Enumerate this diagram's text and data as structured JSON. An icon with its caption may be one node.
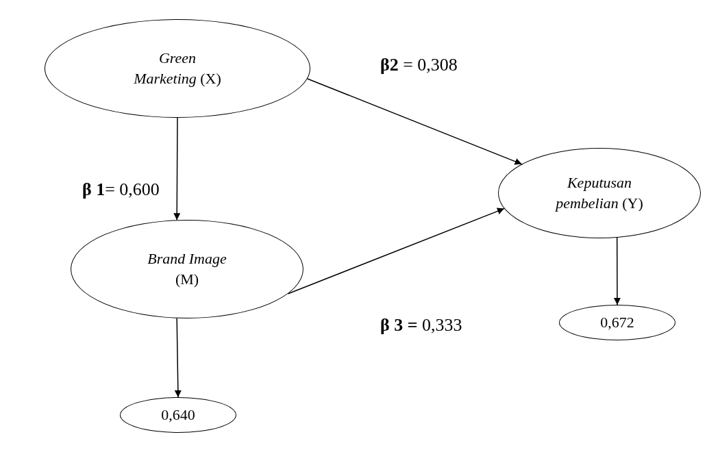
{
  "diagram": {
    "nodes": [
      {
        "text": [
          "*Green Marketing* (X)"
        ]
      },
      {
        "text": [
          "*Keputusan pembelian* (Y)"
        ]
      },
      {
        "text": [
          "*Brand Image* (M)"
        ]
      },
      {
        "text": [
          "0,640"
        ]
      },
      {
        "text": [
          "0,672"
        ]
      }
    ],
    "edges": [
      {
        "from": 0,
        "to": 2,
        "arrow": "to",
        "label": "**β 1**= 0,600"
      },
      {
        "from": 0,
        "to": 1,
        "arrow": "to",
        "label": "**β2** = 0,308"
      },
      {
        "from": 2,
        "to": 1,
        "arrow": "to",
        "label": "**β 3 =** 0,333"
      },
      {
        "from": 2,
        "to": 3,
        "arrow": "to"
      },
      {
        "from": 1,
        "to": 4,
        "arrow": "to"
      }
    ]
  }
}
